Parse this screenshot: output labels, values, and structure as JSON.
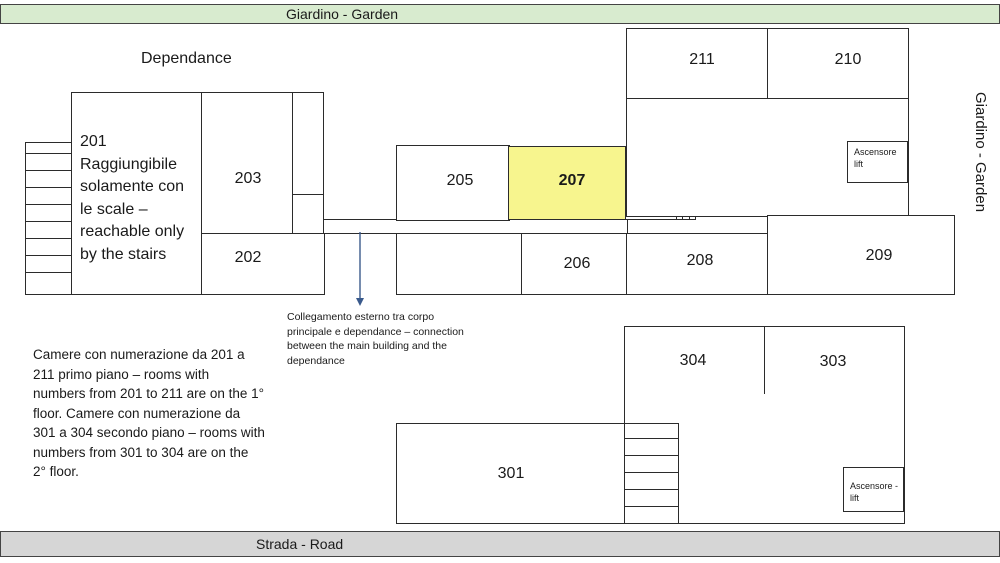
{
  "labels": {
    "garden_top": "Giardino - Garden",
    "garden_side": "Giardino - Garden",
    "road": "Strada - Road",
    "dependance": "Dependance"
  },
  "rooms": {
    "r201": "201 Raggiungibile solamente con le scale – reachable only by the stairs",
    "r202": "202",
    "r203": "203",
    "r205": "205",
    "r206": "206",
    "r207": "207",
    "r208": "208",
    "r209": "209",
    "r210": "210",
    "r211": "211",
    "r301": "301",
    "r303": "303",
    "r304": "304"
  },
  "lifts": {
    "first_floor": "Ascensore lift",
    "second_floor": "Ascensore - lift"
  },
  "connection_note": "Collegamento esterno tra corpo principale e dependance – connection between the main building and the dependance",
  "floor_note": "Camere con numerazione da 201 a 211 primo piano – rooms with numbers from 201 to 211 are on the 1° floor. Camere con numerazione da 301 a 304 secondo piano – rooms with numbers from 301 to 304 are on the 2° floor.",
  "colors": {
    "highlight": "#f7f58e",
    "garden": "#d8ebcf",
    "road": "#d6d6d6"
  }
}
